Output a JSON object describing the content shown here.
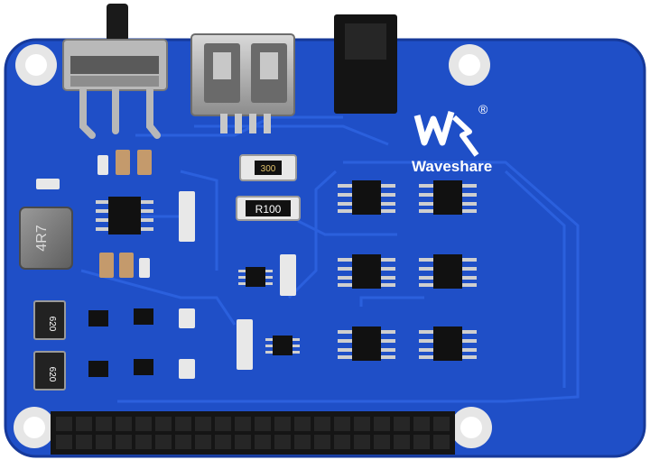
{
  "board": {
    "pcb_color": "#1f4fc7",
    "pcb_edge_color": "#16399a",
    "trace_color": "#2d62e0",
    "silk_color": "#ffffff"
  },
  "brand": {
    "name": "Waveshare",
    "registered_mark": "®",
    "logo_icon": "waveshare-logo-icon"
  },
  "components": {
    "inductor_marking": "4R7",
    "current_sense_resistor_marking": "R100",
    "small_resistor_marking": "300",
    "diode_top_marking": "620",
    "diode_bottom_marking": "620"
  },
  "connectors": {
    "slide_switch": "slide-switch",
    "usb_port": "usb-a-port",
    "dc_jack": "dc-power-jack",
    "gpio_header": "gpio-header"
  }
}
